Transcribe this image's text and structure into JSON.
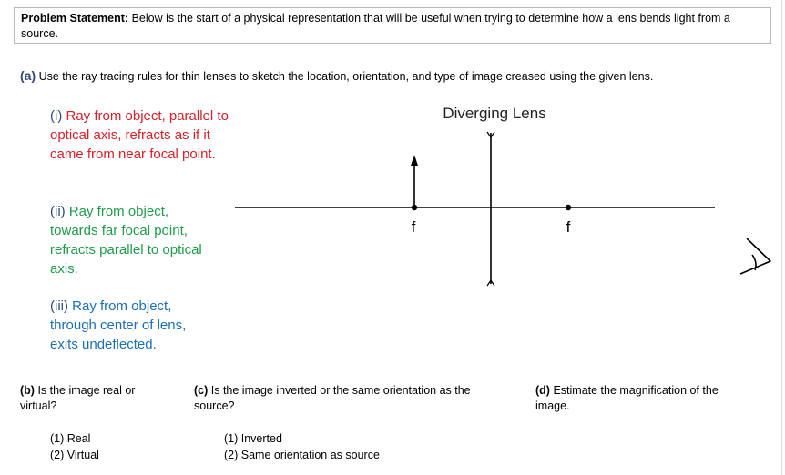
{
  "problem": {
    "label": "Problem Statement:",
    "text": " Below is the start of a physical representation that will be useful when trying to determine how a lens bends light from a source."
  },
  "part_a": {
    "label": "(a)",
    "text": " Use the ray tracing rules for thin lenses to sketch the location, orientation, and type of image creased using the given lens."
  },
  "rules": {
    "rule1": {
      "num": "(i)",
      "text": "Ray from object, parallel to optical axis, refracts as if it came from near focal point."
    },
    "rule2": {
      "num": "(ii)",
      "text": "Ray from object, towards far focal point, refracts parallel to optical axis."
    },
    "rule3": {
      "num": "(iii)",
      "text": "Ray from object, through center of lens, exits undeflected."
    }
  },
  "diagram": {
    "title": "Diagonal Lens",
    "focal_left": "f",
    "focal_right": "f",
    "eye_icon": "eye-icon",
    "object_icon": "arrow-up-icon"
  },
  "part_b": {
    "label": "(b)",
    "text": " Is the image real or virtual?",
    "options": [
      "(1) Real",
      "(2) Virtual"
    ]
  },
  "part_c": {
    "label": "(c)",
    "text": " Is the image inverted or the same orientation as the source?",
    "options": [
      "(1) Inverted",
      "(2) Same orientation as source"
    ]
  },
  "part_d": {
    "label": "(d)",
    "text": " Estimate the magnification of the image."
  },
  "colors": {
    "rule1": "#d6202a",
    "rule2": "#1f9b4a",
    "rule3": "#1b6fb3"
  }
}
